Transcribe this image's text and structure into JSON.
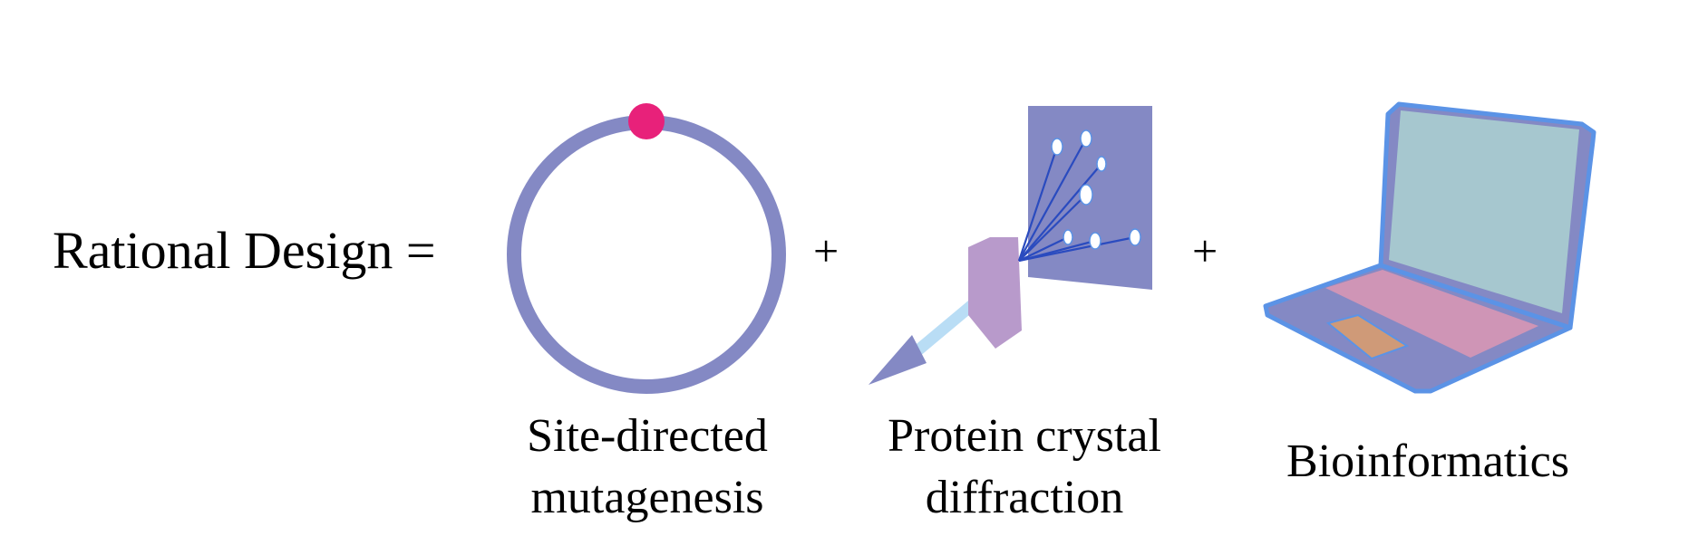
{
  "title": "Rational Design =",
  "operators": [
    "+",
    "+"
  ],
  "components": [
    {
      "label_line1": "Site-directed",
      "label_line2": "mutagenesis",
      "icon": "plasmid-with-mutation-icon"
    },
    {
      "label_line1": "Protein crystal",
      "label_line2": "diffraction",
      "icon": "x-ray-diffraction-icon"
    },
    {
      "label_line1": "Bioinformatics",
      "label_line2": "",
      "icon": "laptop-icon"
    }
  ],
  "colors": {
    "ring": "#8489c4",
    "mutation_dot": "#e8217a",
    "detector": "#8489c4",
    "crystal": "#b89acb",
    "beam": "#b9ddf5",
    "rays": "#2a4bbf",
    "laptop_body": "#8489c4",
    "laptop_outline": "#5b93e6",
    "laptop_screen": "#a6c7cf",
    "keyboard": "#cf95b6",
    "touchpad": "#cf9a78"
  }
}
